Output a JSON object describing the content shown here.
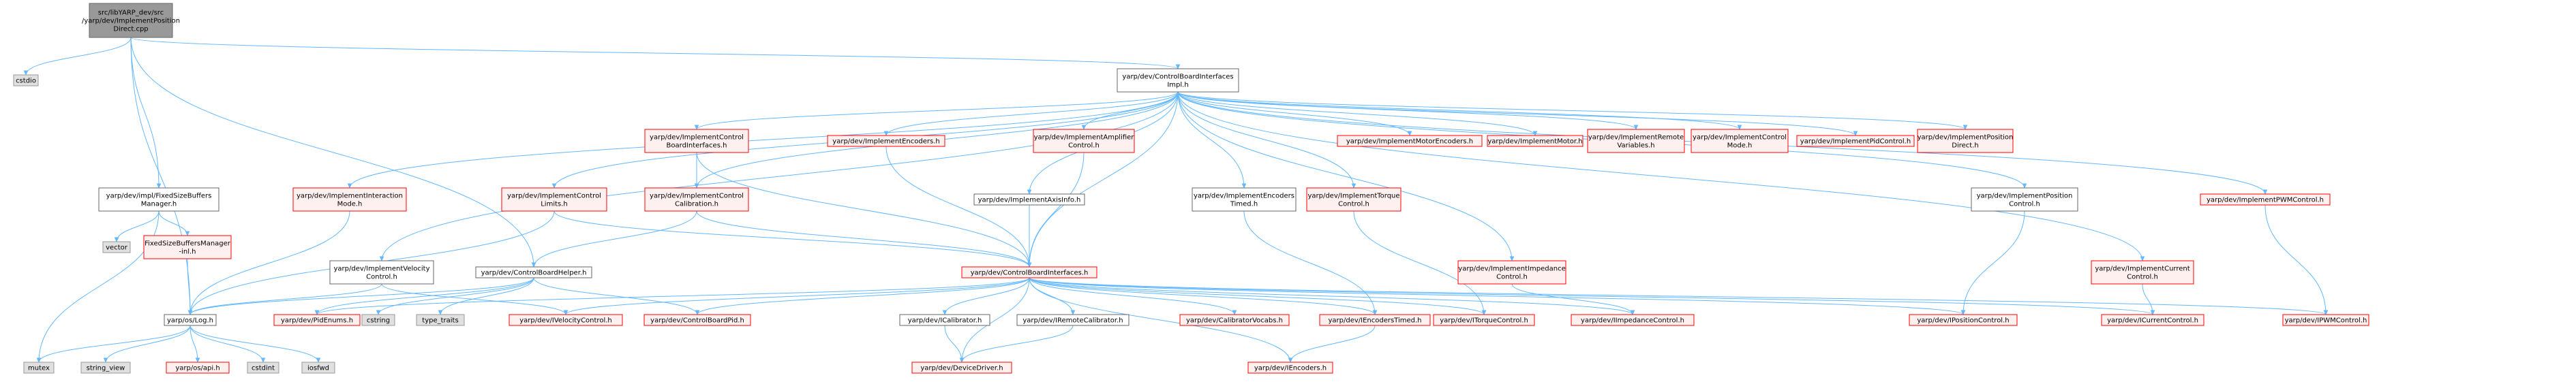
{
  "colors": {
    "edge": "#63b8ff",
    "root_fill": "#999999",
    "root_border": "#666666",
    "normal_fill": "#ffffff",
    "normal_border": "#666666",
    "missing_fill": "#fff0f0",
    "missing_border": "#ff0000",
    "sys_fill": "#e0e0e0",
    "sys_border": "#999999",
    "text": "#000000",
    "missing_text": "#000000"
  },
  "nodes": [
    {
      "id": "root",
      "kind": "root",
      "lines": [
        "src/libYARP_dev/src",
        "/yarp/dev/ImplementPosition",
        "Direct.cpp"
      ]
    },
    {
      "id": "cstdio",
      "kind": "sys",
      "lines": [
        "cstdio"
      ]
    },
    {
      "id": "cbii",
      "kind": "normal",
      "lines": [
        "yarp/dev/ControlBoardInterfaces",
        "Impl.h"
      ]
    },
    {
      "id": "ifsb",
      "kind": "normal",
      "lines": [
        "yarp/dev/impl/FixedSizeBuffers",
        "Manager.h"
      ]
    },
    {
      "id": "vector",
      "kind": "sys",
      "lines": [
        "vector"
      ]
    },
    {
      "id": "fsbm_inl",
      "kind": "missing",
      "lines": [
        "FixedSizeBuffersManager",
        "-inl.h"
      ]
    },
    {
      "id": "interactionmode",
      "kind": "missing",
      "lines": [
        "yarp/dev/ImplementInteraction",
        "Mode.h"
      ]
    },
    {
      "id": "ctrllimits",
      "kind": "missing",
      "lines": [
        "yarp/dev/ImplementControl",
        "Limits.h"
      ]
    },
    {
      "id": "cbinterfaces_impl",
      "kind": "missing",
      "lines": [
        "yarp/dev/ImplementControl",
        "BoardInterfaces.h"
      ]
    },
    {
      "id": "ctrlcalib",
      "kind": "missing",
      "lines": [
        "yarp/dev/ImplementControl",
        "Calibration.h"
      ]
    },
    {
      "id": "impencoders",
      "kind": "missing",
      "lines": [
        "yarp/dev/ImplementEncoders.h"
      ]
    },
    {
      "id": "ampcontrol",
      "kind": "missing",
      "lines": [
        "yarp/dev/ImplementAmplifier",
        "Control.h"
      ]
    },
    {
      "id": "axisinfo",
      "kind": "normal",
      "lines": [
        "yarp/dev/ImplementAxisInfo.h"
      ]
    },
    {
      "id": "enctimed",
      "kind": "normal",
      "lines": [
        "yarp/dev/ImplementEncoders",
        "Timed.h"
      ]
    },
    {
      "id": "torquectrl",
      "kind": "missing",
      "lines": [
        "yarp/dev/ImplementTorque",
        "Control.h"
      ]
    },
    {
      "id": "motorenc",
      "kind": "missing",
      "lines": [
        "yarp/dev/ImplementMotorEncoders.h"
      ]
    },
    {
      "id": "impmotor",
      "kind": "missing",
      "lines": [
        "yarp/dev/ImplementMotor.h"
      ]
    },
    {
      "id": "remotevars",
      "kind": "missing",
      "lines": [
        "yarp/dev/ImplementRemote",
        "Variables.h"
      ]
    },
    {
      "id": "ctrlmode",
      "kind": "missing",
      "lines": [
        "yarp/dev/ImplementControl",
        "Mode.h"
      ]
    },
    {
      "id": "pidctrl",
      "kind": "missing",
      "lines": [
        "yarp/dev/ImplementPidControl.h"
      ]
    },
    {
      "id": "posdirect",
      "kind": "missing",
      "lines": [
        "yarp/dev/ImplementPosition",
        "Direct.h"
      ]
    },
    {
      "id": "poscontrol",
      "kind": "normal",
      "lines": [
        "yarp/dev/ImplementPosition",
        "Control.h"
      ]
    },
    {
      "id": "pwmctrl",
      "kind": "missing",
      "lines": [
        "yarp/dev/ImplementPWMControl.h"
      ]
    },
    {
      "id": "impedance",
      "kind": "missing",
      "lines": [
        "yarp/dev/ImplementImpedance",
        "Control.h"
      ]
    },
    {
      "id": "curctrl",
      "kind": "missing",
      "lines": [
        "yarp/dev/ImplementCurrent",
        "Control.h"
      ]
    },
    {
      "id": "velctrl",
      "kind": "normal",
      "lines": [
        "yarp/dev/ImplementVelocity",
        "Control.h"
      ]
    },
    {
      "id": "cbhelper",
      "kind": "normal",
      "lines": [
        "yarp/dev/ControlBoardHelper.h"
      ]
    },
    {
      "id": "cbi",
      "kind": "missing",
      "lines": [
        "yarp/dev/ControlBoardInterfaces.h"
      ]
    },
    {
      "id": "log",
      "kind": "normal",
      "lines": [
        "yarp/os/Log.h"
      ]
    },
    {
      "id": "pidenums",
      "kind": "missing",
      "lines": [
        "yarp/dev/PidEnums.h"
      ]
    },
    {
      "id": "cstring",
      "kind": "sys",
      "lines": [
        "cstring"
      ]
    },
    {
      "id": "typetraits",
      "kind": "sys",
      "lines": [
        "type_traits"
      ]
    },
    {
      "id": "ivel",
      "kind": "missing",
      "lines": [
        "yarp/dev/IVelocityControl.h"
      ]
    },
    {
      "id": "cbpid",
      "kind": "missing",
      "lines": [
        "yarp/dev/ControlBoardPid.h"
      ]
    },
    {
      "id": "icalib",
      "kind": "normal",
      "lines": [
        "yarp/dev/ICalibrator.h"
      ]
    },
    {
      "id": "iremotecalib",
      "kind": "normal",
      "lines": [
        "yarp/dev/IRemoteCalibrator.h"
      ]
    },
    {
      "id": "calibvocabs",
      "kind": "missing",
      "lines": [
        "yarp/dev/CalibratorVocabs.h"
      ]
    },
    {
      "id": "iencoderstimed",
      "kind": "missing",
      "lines": [
        "yarp/dev/IEncodersTimed.h"
      ]
    },
    {
      "id": "itorque",
      "kind": "missing",
      "lines": [
        "yarp/dev/ITorqueControl.h"
      ]
    },
    {
      "id": "iimpedance",
      "kind": "missing",
      "lines": [
        "yarp/dev/IImpedanceControl.h"
      ]
    },
    {
      "id": "iposition",
      "kind": "missing",
      "lines": [
        "yarp/dev/IPositionControl.h"
      ]
    },
    {
      "id": "icurrent",
      "kind": "missing",
      "lines": [
        "yarp/dev/ICurrentControl.h"
      ]
    },
    {
      "id": "ipwm",
      "kind": "missing",
      "lines": [
        "yarp/dev/IPWMControl.h"
      ]
    },
    {
      "id": "devdriver",
      "kind": "missing",
      "lines": [
        "yarp/dev/DeviceDriver.h"
      ]
    },
    {
      "id": "iencoders",
      "kind": "missing",
      "lines": [
        "yarp/dev/IEncoders.h"
      ]
    },
    {
      "id": "mutex",
      "kind": "sys",
      "lines": [
        "mutex"
      ]
    },
    {
      "id": "stringview",
      "kind": "sys",
      "lines": [
        "string_view"
      ]
    },
    {
      "id": "osapi",
      "kind": "missing",
      "lines": [
        "yarp/os/api.h"
      ]
    },
    {
      "id": "cstdint",
      "kind": "sys",
      "lines": [
        "cstdint"
      ]
    },
    {
      "id": "iosfwd",
      "kind": "sys",
      "lines": [
        "iosfwd"
      ]
    }
  ],
  "edges": [
    [
      "root",
      "cstdio"
    ],
    [
      "root",
      "cbii"
    ],
    [
      "root",
      "ifsb"
    ],
    [
      "root",
      "cbhelper"
    ],
    [
      "root",
      "log"
    ],
    [
      "cbii",
      "interactionmode"
    ],
    [
      "cbii",
      "ctrllimits"
    ],
    [
      "cbii",
      "cbinterfaces_impl"
    ],
    [
      "cbii",
      "ctrlcalib"
    ],
    [
      "cbii",
      "impencoders"
    ],
    [
      "cbii",
      "ampcontrol"
    ],
    [
      "cbii",
      "axisinfo"
    ],
    [
      "cbii",
      "enctimed"
    ],
    [
      "cbii",
      "torquectrl"
    ],
    [
      "cbii",
      "motorenc"
    ],
    [
      "cbii",
      "impmotor"
    ],
    [
      "cbii",
      "remotevars"
    ],
    [
      "cbii",
      "ctrlmode"
    ],
    [
      "cbii",
      "pidctrl"
    ],
    [
      "cbii",
      "posdirect"
    ],
    [
      "cbii",
      "poscontrol"
    ],
    [
      "cbii",
      "pwmctrl"
    ],
    [
      "cbii",
      "impedance"
    ],
    [
      "cbii",
      "curctrl"
    ],
    [
      "cbii",
      "velctrl"
    ],
    [
      "cbii",
      "cbi"
    ],
    [
      "ifsb",
      "vector"
    ],
    [
      "ifsb",
      "fsbm_inl"
    ],
    [
      "ifsb",
      "mutex"
    ],
    [
      "fsbm_inl",
      "log"
    ],
    [
      "interactionmode",
      "log"
    ],
    [
      "ctrllimits",
      "cbi"
    ],
    [
      "ctrllimits",
      "log"
    ],
    [
      "cbinterfaces_impl",
      "ctrlcalib"
    ],
    [
      "cbinterfaces_impl",
      "cbi"
    ],
    [
      "ctrlcalib",
      "cbhelper"
    ],
    [
      "ctrlcalib",
      "cbi"
    ],
    [
      "impencoders",
      "cbi"
    ],
    [
      "ampcontrol",
      "cbi"
    ],
    [
      "axisinfo",
      "cbi"
    ],
    [
      "enctimed",
      "iencoderstimed"
    ],
    [
      "torquectrl",
      "itorque"
    ],
    [
      "poscontrol",
      "iposition"
    ],
    [
      "pwmctrl",
      "ipwm"
    ],
    [
      "impedance",
      "iimpedance"
    ],
    [
      "curctrl",
      "icurrent"
    ],
    [
      "velctrl",
      "ivel"
    ],
    [
      "velctrl",
      "log"
    ],
    [
      "cbhelper",
      "log"
    ],
    [
      "cbhelper",
      "pidenums"
    ],
    [
      "cbhelper",
      "cstring"
    ],
    [
      "cbhelper",
      "typetraits"
    ],
    [
      "cbhelper",
      "cbpid"
    ],
    [
      "cbi",
      "pidenums"
    ],
    [
      "cbi",
      "ivel"
    ],
    [
      "cbi",
      "cbpid"
    ],
    [
      "cbi",
      "icalib"
    ],
    [
      "cbi",
      "iremotecalib"
    ],
    [
      "cbi",
      "calibvocabs"
    ],
    [
      "cbi",
      "iencoderstimed"
    ],
    [
      "cbi",
      "itorque"
    ],
    [
      "cbi",
      "iimpedance"
    ],
    [
      "cbi",
      "iposition"
    ],
    [
      "cbi",
      "icurrent"
    ],
    [
      "cbi",
      "ipwm"
    ],
    [
      "cbi",
      "devdriver"
    ],
    [
      "cbi",
      "iencoders"
    ],
    [
      "icalib",
      "devdriver"
    ],
    [
      "iremotecalib",
      "devdriver"
    ],
    [
      "iencoderstimed",
      "iencoders"
    ],
    [
      "log",
      "mutex"
    ],
    [
      "log",
      "stringview"
    ],
    [
      "log",
      "osapi"
    ],
    [
      "log",
      "cstdint"
    ],
    [
      "log",
      "iosfwd"
    ]
  ]
}
